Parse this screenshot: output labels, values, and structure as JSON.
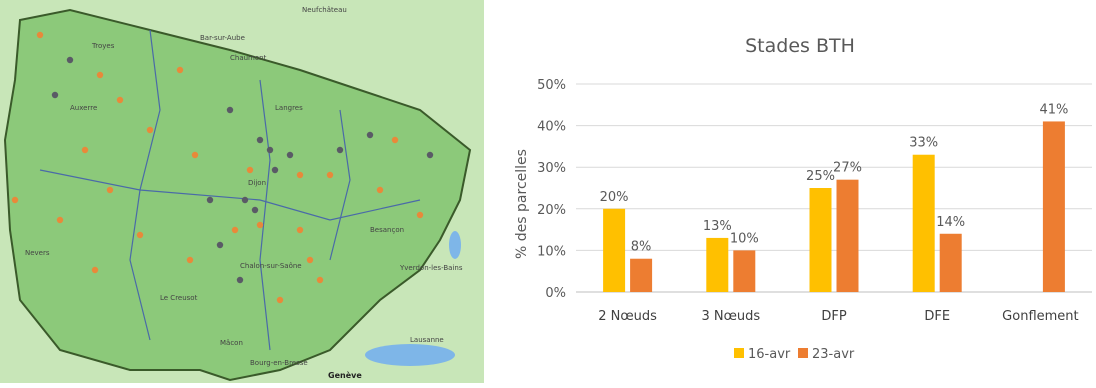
{
  "map": {
    "place_labels": [
      "Neufchâteau",
      "Bar-sur-Aube",
      "Chaumont",
      "Troyes",
      "Langres",
      "Dijon",
      "Besançon",
      "Chalon-sur-Saône",
      "Mâcon",
      "Lausanne",
      "Genève",
      "Yverdon-les-Bains",
      "Bourg-en-Bresse",
      "Le Creusot",
      "Nevers",
      "Auxerre"
    ],
    "colors": {
      "land": "#9fd08a",
      "region": "#8cc97a",
      "border": "#3a5a2a",
      "water": "#7eb6e8",
      "marker_orange": "#e8893a",
      "marker_gray": "#5a5a66"
    }
  },
  "chart_data": {
    "type": "bar",
    "title": "Stades BTH",
    "ylabel": "% des parcelles",
    "categories": [
      "2 Nœuds",
      "3 Nœuds",
      "DFP",
      "DFE",
      "Gonflement"
    ],
    "yticks": [
      "0%",
      "10%",
      "20%",
      "30%",
      "40%",
      "50%"
    ],
    "ylim": [
      0,
      50
    ],
    "grid": true,
    "legend_position": "bottom",
    "series": [
      {
        "name": "16-avr",
        "color": "#ffc000",
        "values": [
          20,
          13,
          25,
          33,
          null
        ],
        "labels": [
          "20%",
          "13%",
          "25%",
          "33%",
          ""
        ]
      },
      {
        "name": "23-avr",
        "color": "#ed7d31",
        "values": [
          8,
          10,
          27,
          14,
          41
        ],
        "labels": [
          "8%",
          "10%",
          "27%",
          "14%",
          "41%"
        ]
      }
    ]
  }
}
